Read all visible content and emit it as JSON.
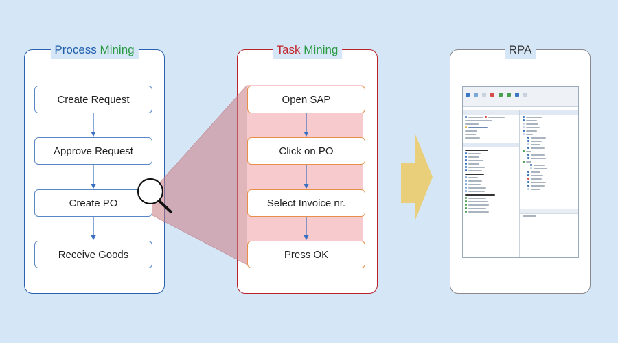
{
  "panels": {
    "process_mining": {
      "title_part1": "Process",
      "title_part2": "Mining",
      "steps": [
        "Create Request",
        "Approve Request",
        "Create PO",
        "Receive Goods"
      ]
    },
    "task_mining": {
      "title_part1": "Task",
      "title_part2": "Mining",
      "steps": [
        "Open SAP",
        "Click on PO",
        "Select Invoice nr.",
        "Press OK"
      ]
    },
    "rpa": {
      "title": "RPA"
    }
  },
  "colors": {
    "process_blue": "#1f5fae",
    "mining_green": "#2a9a43",
    "task_red": "#c1272d",
    "zoom_fill": "#d98f95",
    "flow_arrow": "#e9cf7a"
  },
  "icons": [
    "magnifier-icon",
    "right-arrow-icon"
  ]
}
